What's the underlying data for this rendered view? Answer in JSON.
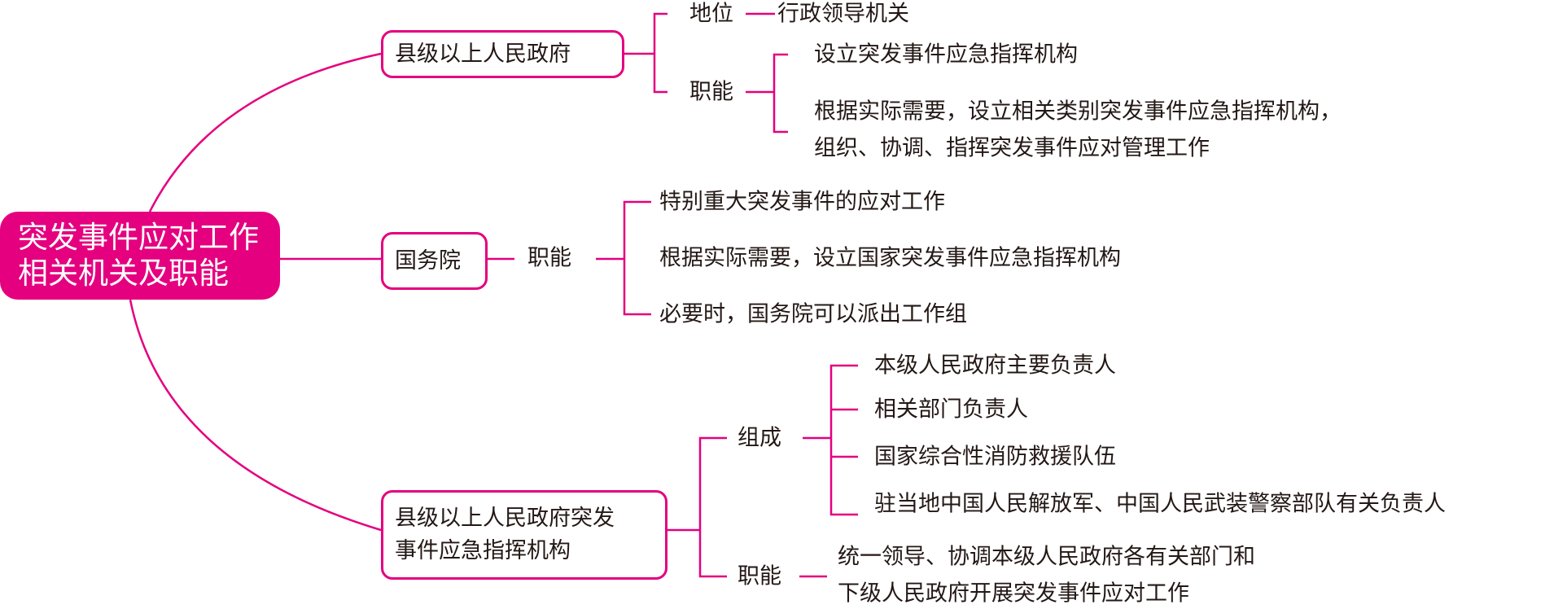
{
  "accent_color": "#e4007f",
  "root": {
    "line1": "突发事件应对工作",
    "line2": "相关机关及职能"
  },
  "branches": [
    {
      "title": "县级以上人民政府",
      "status_label": "地位",
      "status_value": "行政领导机关",
      "function_label": "职能",
      "functions": [
        "设立突发事件应急指挥机构"
      ],
      "functions_multiline": [
        "根据实际需要，设立相关类别突发事件应急指挥机构，",
        "组织、协调、指挥突发事件应对管理工作"
      ]
    },
    {
      "title": "国务院",
      "function_label": "职能",
      "functions": [
        "特别重大突发事件的应对工作",
        "根据实际需要，设立国家突发事件应急指挥机构",
        "必要时，国务院可以派出工作组"
      ]
    },
    {
      "title_line1": "县级以上人民政府突发",
      "title_line2": "事件应急指挥机构",
      "composition_label": "组成",
      "composition": [
        "本级人民政府主要负责人",
        "相关部门负责人",
        "国家综合性消防救援队伍",
        "驻当地中国人民解放军、中国人民武装警察部队有关负责人"
      ],
      "function_label": "职能",
      "function_lines": [
        "统一领导、协调本级人民政府各有关部门和",
        "下级人民政府开展突发事件应对工作"
      ]
    }
  ]
}
